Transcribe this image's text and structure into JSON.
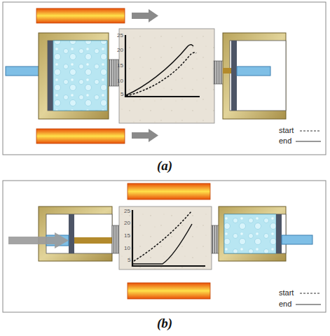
{
  "diagram": {
    "labels": [
      "(a)",
      "25",
      "20",
      "15",
      "10",
      "5",
      "(b)",
      "25",
      "20",
      "15",
      "10",
      "5"
    ],
    "legend": [
      {
        "text": "start"
      },
      {
        "text": "end"
      },
      {
        "text": "start"
      },
      {
        "text": "end"
      }
    ]
  }
}
